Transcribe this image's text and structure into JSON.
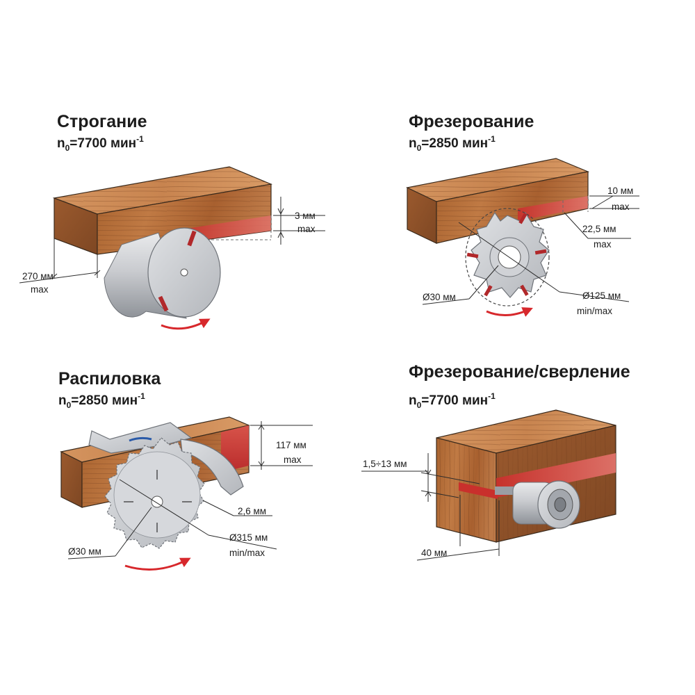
{
  "panels": {
    "planing": {
      "title": "Строгание",
      "speed": {
        "n": "n",
        "sub": "0",
        "value": "=7700 мин",
        "sup": "-1"
      },
      "depth": {
        "value": "3 мм",
        "note": "max"
      },
      "width": {
        "value": "270 мм",
        "note": "max"
      }
    },
    "milling": {
      "title": "Фрезерование",
      "speed": {
        "n": "n",
        "sub": "0",
        "value": "=2850 мин",
        "sup": "-1"
      },
      "depth": {
        "value": "10 мм",
        "note": "max"
      },
      "height": {
        "value": "22,5 мм",
        "note": "max"
      },
      "bore": {
        "value": "Ø30 мм"
      },
      "diameter": {
        "value": "Ø125 мм",
        "note": "min/max"
      }
    },
    "sawing": {
      "title": "Распиловка",
      "speed": {
        "n": "n",
        "sub": "0",
        "value": "=2850 мин",
        "sup": "-1"
      },
      "depth": {
        "value": "117 мм",
        "note": "max"
      },
      "kerf": {
        "value": "2,6 мм"
      },
      "bore": {
        "value": "Ø30 мм"
      },
      "diameter": {
        "value": "Ø315 мм",
        "note": "min/max"
      }
    },
    "drilling": {
      "title": "Фрезерование/сверление",
      "speed": {
        "n": "n",
        "sub": "0",
        "value": "=7700 мин",
        "sup": "-1"
      },
      "diameter": {
        "value": "1,5÷13 мм"
      },
      "depth": {
        "value": "40 мм"
      }
    }
  },
  "colors": {
    "wood_front": "#b36c3c",
    "wood_top": "#cf8a52",
    "wood_side": "#8d5430",
    "cut_red": "#d8433b",
    "cut_red_light": "#e9837a",
    "steel": "#c6c8cc",
    "steel_dark": "#8f9399",
    "arrow_red": "#d7282c"
  }
}
